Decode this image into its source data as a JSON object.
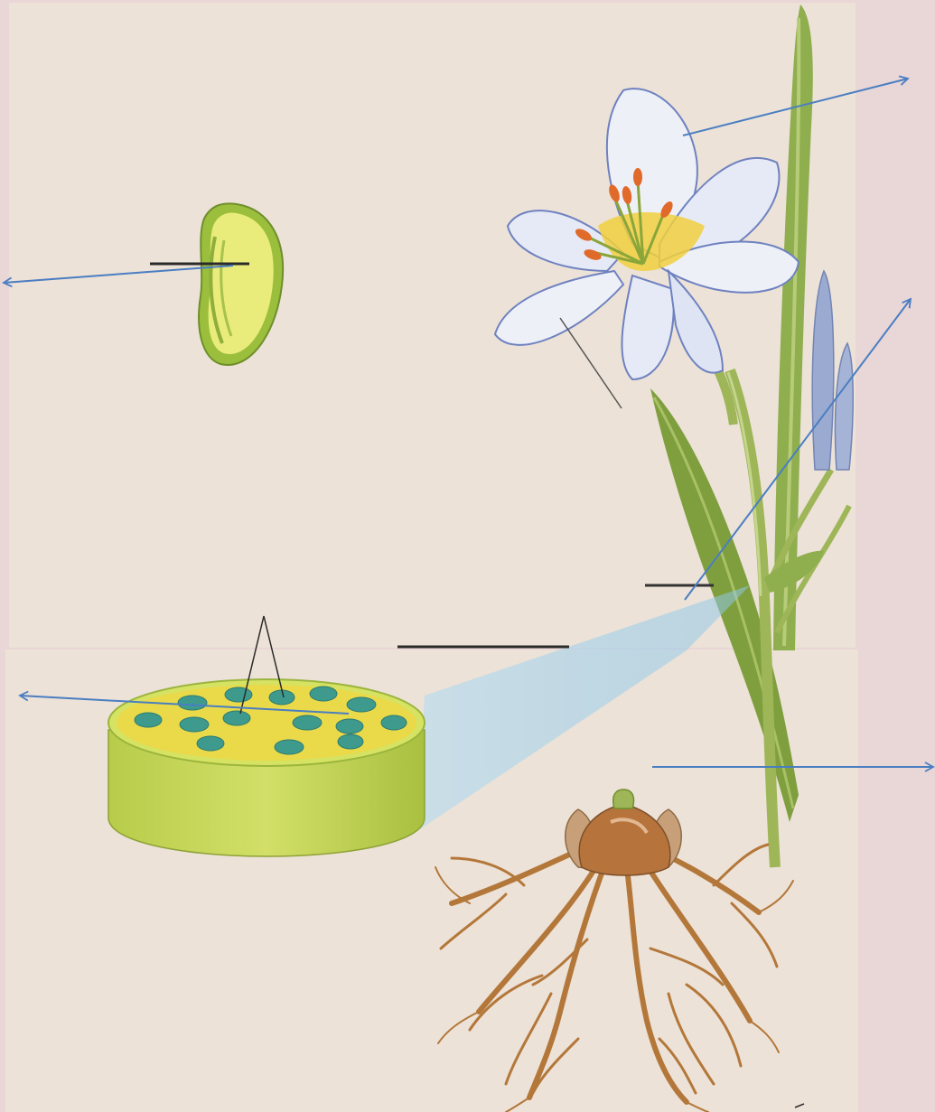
{
  "background_color": "#e9d6d7",
  "panel_color": "#ece2d7",
  "arrow_color": "#4a7ec2",
  "leader_color": "#2a2a2a",
  "leaf_green": "#8fae4e",
  "flower_petal_color": "#eef0f8",
  "flower_accent_color": "#f1cf3e",
  "anther_color": "#e06a2a",
  "stem_section_color": "#c4d65a",
  "vascular_bundle_color": "#3f9a8e",
  "bulb_color": "#b6733c",
  "root_color": "#b4773a",
  "seed_color": "#e9ec7a",
  "icons": [
    "seed-illustration",
    "lily-flower-illustration",
    "stem-cross-section-illustration",
    "bulb-with-roots-illustration"
  ]
}
